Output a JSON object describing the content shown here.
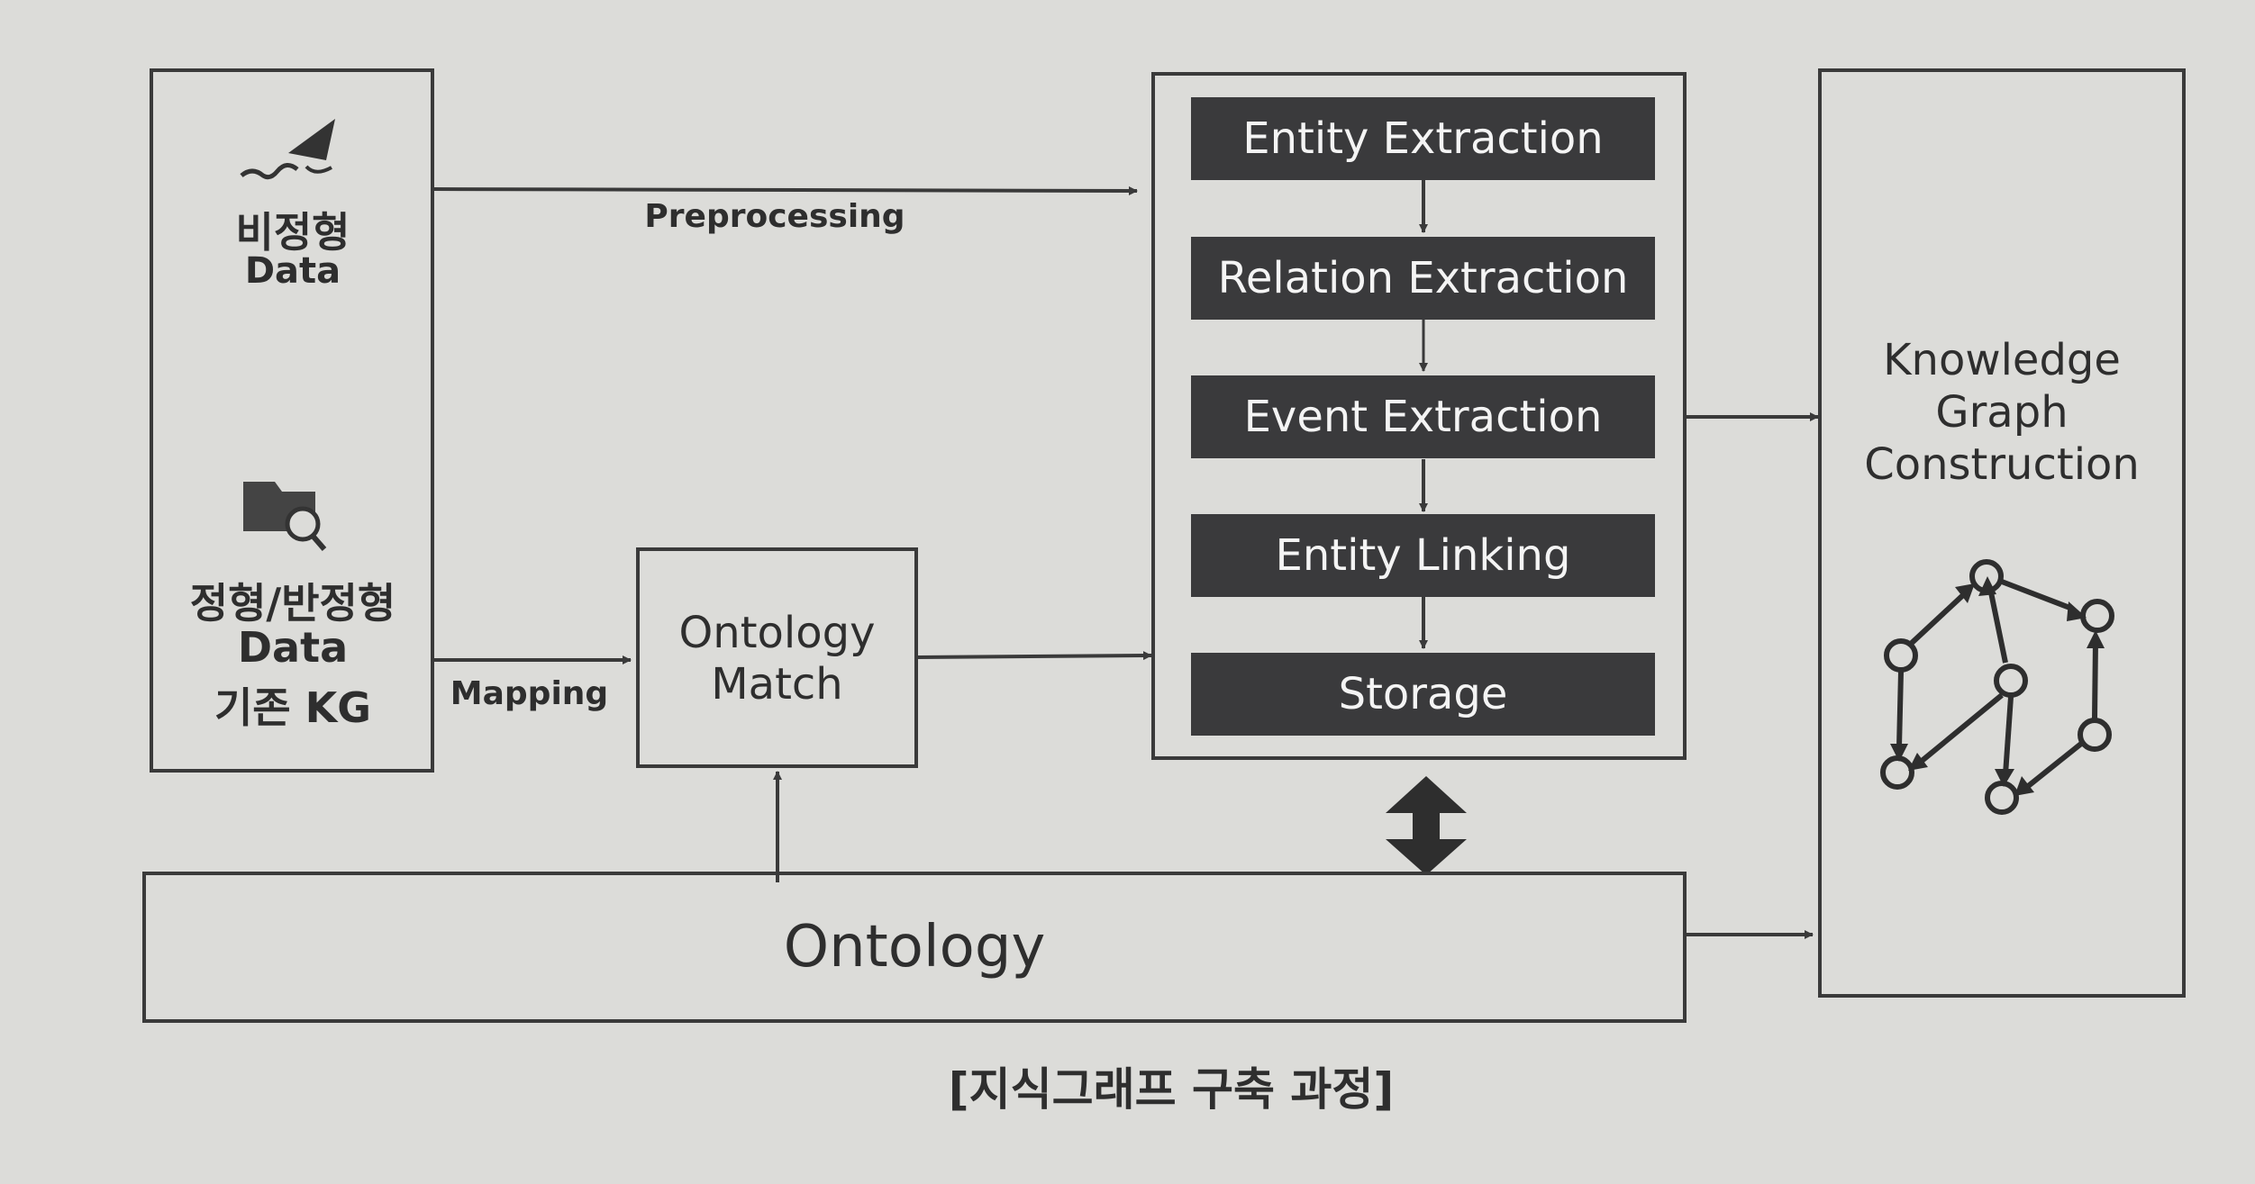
{
  "left_panel": {
    "unstructured_label": "비정형",
    "unstructured_sub": "Data",
    "structured_label": "정형/반정형",
    "structured_sub": "Data",
    "kg_label": "기존 KG"
  },
  "edges": {
    "preprocessing": "Preprocessing",
    "mapping": "Mapping"
  },
  "ontology_match": {
    "line1": "Ontology",
    "line2": "Match"
  },
  "pipeline": {
    "steps": [
      "Entity Extraction",
      "Relation Extraction",
      "Event Extraction",
      "Entity Linking",
      "Storage"
    ]
  },
  "ontology": {
    "label": "Ontology"
  },
  "kg_construction": {
    "line1": "Knowledge",
    "line2": "Graph",
    "line3": "Construction"
  },
  "caption": "[지식그래프 구축 과정]",
  "icons": [
    "pen-writing-icon",
    "folder-search-icon",
    "graph-network-icon"
  ]
}
